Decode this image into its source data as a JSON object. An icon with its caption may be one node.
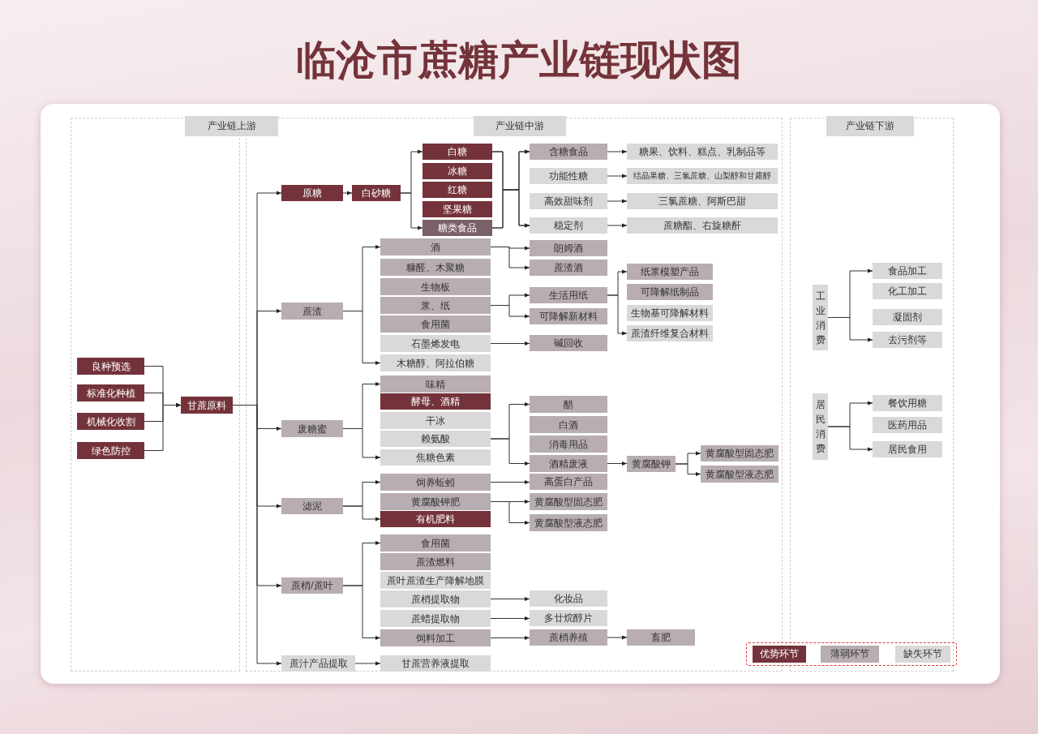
{
  "diagram": {
    "title": "临沧市蔗糖产业链现状图",
    "nodes": [
      {
        "text": [
          "产业链上游"
        ]
      },
      {
        "text": [
          "产业链中游"
        ]
      },
      {
        "text": [
          "产业链下游"
        ]
      },
      {
        "text": [
          "良种预选"
        ],
        "in": 0
      },
      {
        "text": [
          "标准化种植"
        ],
        "in": 0
      },
      {
        "text": [
          "机械化收割"
        ],
        "in": 0
      },
      {
        "text": [
          "绿色防控"
        ],
        "in": 0
      },
      {
        "text": [
          "甘蔗原料"
        ],
        "in": 0
      },
      {
        "text": [
          "原糖"
        ],
        "in": 1
      },
      {
        "text": [
          "白砂糖"
        ],
        "in": 1
      },
      {
        "text": [
          "白糖"
        ],
        "in": 1
      },
      {
        "text": [
          "冰糖"
        ],
        "in": 1
      },
      {
        "text": [
          "红糖"
        ],
        "in": 1
      },
      {
        "text": [
          "坚果糖"
        ],
        "in": 1
      },
      {
        "text": [
          "糖类食品"
        ],
        "in": 1
      },
      {
        "text": [
          "含糖食品"
        ],
        "in": 1
      },
      {
        "text": [
          "功能性糖"
        ],
        "in": 1
      },
      {
        "text": [
          "高效甜味剂"
        ],
        "in": 1
      },
      {
        "text": [
          "稳定剂"
        ],
        "in": 1
      },
      {
        "text": [
          "糖果、饮料、糕点、乳制品等"
        ],
        "in": 1
      },
      {
        "text": [
          "结晶果糖、三氯蔗糖、山梨醇和甘露醇"
        ],
        "in": 1
      },
      {
        "text": [
          "三氯蔗糖、阿斯巴甜"
        ],
        "in": 1
      },
      {
        "text": [
          "蔗糖酯、右旋糖酐"
        ],
        "in": 1
      },
      {
        "text": [
          "蔗渣"
        ],
        "in": 1
      },
      {
        "text": [
          "酒"
        ],
        "in": 1
      },
      {
        "text": [
          "糠醛、木聚糖"
        ],
        "in": 1
      },
      {
        "text": [
          "生物板"
        ],
        "in": 1
      },
      {
        "text": [
          "浆、纸"
        ],
        "in": 1
      },
      {
        "text": [
          "食用菌"
        ],
        "in": 1
      },
      {
        "text": [
          "石墨烯发电"
        ],
        "in": 1
      },
      {
        "text": [
          "木糖醇、阿拉伯糖"
        ],
        "in": 1
      },
      {
        "text": [
          "朗姆酒"
        ],
        "in": 1
      },
      {
        "text": [
          "蔗渣酒"
        ],
        "in": 1
      },
      {
        "text": [
          "生活用纸"
        ],
        "in": 1
      },
      {
        "text": [
          "可降解新材料"
        ],
        "in": 1
      },
      {
        "text": [
          "碱回收"
        ],
        "in": 1
      },
      {
        "text": [
          "纸浆模塑产品"
        ],
        "in": 1
      },
      {
        "text": [
          "可降解纸制品"
        ],
        "in": 1
      },
      {
        "text": [
          "生物基可降解材料"
        ],
        "in": 1
      },
      {
        "text": [
          "蔗渣纤维复合材料"
        ],
        "in": 1
      },
      {
        "text": [
          "废糖蜜"
        ],
        "in": 1
      },
      {
        "text": [
          "味精"
        ],
        "in": 1
      },
      {
        "text": [
          "酵母、酒精"
        ],
        "in": 1
      },
      {
        "text": [
          "干冰"
        ],
        "in": 1
      },
      {
        "text": [
          "赖氨酸"
        ],
        "in": 1
      },
      {
        "text": [
          "焦糖色素"
        ],
        "in": 1
      },
      {
        "text": [
          "醋"
        ],
        "in": 1
      },
      {
        "text": [
          "白酒"
        ],
        "in": 1
      },
      {
        "text": [
          "消毒用品"
        ],
        "in": 1
      },
      {
        "text": [
          "酒精废液"
        ],
        "in": 1
      },
      {
        "text": [
          "黄腐酸钾"
        ],
        "in": 1
      },
      {
        "text": [
          "黄腐酸型固态肥"
        ],
        "in": 1
      },
      {
        "text": [
          "黄腐酸型液态肥"
        ],
        "in": 1
      },
      {
        "text": [
          "滤泥"
        ],
        "in": 1
      },
      {
        "text": [
          "饲养蚯蚓"
        ],
        "in": 1
      },
      {
        "text": [
          "黄腐酸钾肥"
        ],
        "in": 1
      },
      {
        "text": [
          "有机肥料"
        ],
        "in": 1
      },
      {
        "text": [
          "高蛋白产品"
        ],
        "in": 1
      },
      {
        "text": [
          "黄腐酸型固态肥"
        ],
        "in": 1
      },
      {
        "text": [
          "黄腐酸型液态肥"
        ],
        "in": 1
      },
      {
        "text": [
          "蔗梢/蔗叶"
        ],
        "in": 1
      },
      {
        "text": [
          "食用菌"
        ],
        "in": 1
      },
      {
        "text": [
          "蔗渣燃料"
        ],
        "in": 1
      },
      {
        "text": [
          "蔗叶蔗渣生产降解地膜"
        ],
        "in": 1
      },
      {
        "text": [
          "蔗梢提取物"
        ],
        "in": 1
      },
      {
        "text": [
          "蔗蜡提取物"
        ],
        "in": 1
      },
      {
        "text": [
          "饲料加工"
        ],
        "in": 1
      },
      {
        "text": [
          "化妆品"
        ],
        "in": 1
      },
      {
        "text": [
          "多廿烷醇片"
        ],
        "in": 1
      },
      {
        "text": [
          "蔗梢养殖"
        ],
        "in": 1
      },
      {
        "text": [
          "畜肥"
        ],
        "in": 1
      },
      {
        "text": [
          "蔗汁产品提取"
        ],
        "in": 1
      },
      {
        "text": [
          "甘蔗营养液提取"
        ],
        "in": 1
      },
      {
        "text": [
          "工业消费"
        ],
        "in": 2
      },
      {
        "text": [
          "食品加工"
        ],
        "in": 2
      },
      {
        "text": [
          "化工加工"
        ],
        "in": 2
      },
      {
        "text": [
          "凝固剂"
        ],
        "in": 2
      },
      {
        "text": [
          "去污剂等"
        ],
        "in": 2
      },
      {
        "text": [
          "居民消费"
        ],
        "in": 2
      },
      {
        "text": [
          "餐饮用糖"
        ],
        "in": 2
      },
      {
        "text": [
          "医药用品"
        ],
        "in": 2
      },
      {
        "text": [
          "居民食用"
        ],
        "in": 2
      }
    ],
    "edges": [
      {
        "from": 3,
        "to": 7,
        "arrow": "to"
      },
      {
        "from": 4,
        "to": 7,
        "arrow": "to"
      },
      {
        "from": 5,
        "to": 7,
        "arrow": "to"
      },
      {
        "from": 6,
        "to": 7,
        "arrow": "to"
      },
      {
        "from": 7,
        "to": 8,
        "arrow": "to"
      },
      {
        "from": 7,
        "to": 23,
        "arrow": "to"
      },
      {
        "from": 7,
        "to": 40,
        "arrow": "to"
      },
      {
        "from": 7,
        "to": 53,
        "arrow": "to"
      },
      {
        "from": 7,
        "to": 60,
        "arrow": "to"
      },
      {
        "from": 7,
        "to": 71,
        "arrow": "to"
      },
      {
        "from": 8,
        "to": 9,
        "arrow": "to"
      },
      {
        "from": 9,
        "to": 10,
        "arrow": "to"
      },
      {
        "from": 9,
        "to": 14,
        "arrow": "to"
      },
      {
        "from": 10,
        "to": 15,
        "arrow": "to"
      },
      {
        "from": 10,
        "to": 18,
        "arrow": "to"
      },
      {
        "from": 14,
        "to": 15,
        "arrow": "to"
      },
      {
        "from": 14,
        "to": 18,
        "arrow": "to"
      },
      {
        "from": 15,
        "to": 19,
        "arrow": "to"
      },
      {
        "from": 16,
        "to": 20,
        "arrow": "to"
      },
      {
        "from": 17,
        "to": 21,
        "arrow": "to"
      },
      {
        "from": 18,
        "to": 22,
        "arrow": "to"
      },
      {
        "from": 23,
        "to": 24,
        "arrow": "to"
      },
      {
        "from": 23,
        "to": 30,
        "arrow": "to"
      },
      {
        "from": 24,
        "to": 31,
        "arrow": "to"
      },
      {
        "from": 24,
        "to": 32,
        "arrow": "to"
      },
      {
        "from": 27,
        "to": 33,
        "arrow": "to"
      },
      {
        "from": 27,
        "to": 34,
        "arrow": "to"
      },
      {
        "from": 33,
        "to": 36,
        "arrow": "to"
      },
      {
        "from": 33,
        "to": 39,
        "arrow": "to"
      },
      {
        "from": 29,
        "to": 35,
        "arrow": "to"
      },
      {
        "from": 40,
        "to": 41,
        "arrow": "to"
      },
      {
        "from": 40,
        "to": 45,
        "arrow": "to"
      },
      {
        "from": 44,
        "to": 46,
        "arrow": "to"
      },
      {
        "from": 44,
        "to": 49,
        "arrow": "to"
      },
      {
        "from": 49,
        "to": 50,
        "arrow": "to"
      },
      {
        "from": 50,
        "to": 51,
        "arrow": "to"
      },
      {
        "from": 50,
        "to": 52,
        "arrow": "to"
      },
      {
        "from": 53,
        "to": 54,
        "arrow": "to"
      },
      {
        "from": 53,
        "to": 56,
        "arrow": "to"
      },
      {
        "from": 54,
        "to": 57,
        "arrow": "to"
      },
      {
        "from": 55,
        "to": 58,
        "arrow": "to"
      },
      {
        "from": 55,
        "to": 59,
        "arrow": "to"
      },
      {
        "from": 60,
        "to": 61,
        "arrow": "to"
      },
      {
        "from": 60,
        "to": 66,
        "arrow": "to"
      },
      {
        "from": 64,
        "to": 67,
        "arrow": "to"
      },
      {
        "from": 65,
        "to": 68,
        "arrow": "to"
      },
      {
        "from": 66,
        "to": 69,
        "arrow": "to"
      },
      {
        "from": 69,
        "to": 70,
        "arrow": "to"
      },
      {
        "from": 71,
        "to": 72,
        "arrow": "to"
      },
      {
        "from": 73,
        "to": 74,
        "arrow": "to"
      },
      {
        "from": 73,
        "to": 77,
        "arrow": "to"
      },
      {
        "from": 78,
        "to": 79,
        "arrow": "to"
      },
      {
        "from": 78,
        "to": 81,
        "arrow": "to"
      }
    ],
    "legend": [
      {
        "text": "优势环节",
        "color": "#74333a"
      },
      {
        "text": "薄弱环节",
        "color": "#b8adb2"
      },
      {
        "text": "缺失环节",
        "color": "#d9d9d9"
      }
    ]
  }
}
